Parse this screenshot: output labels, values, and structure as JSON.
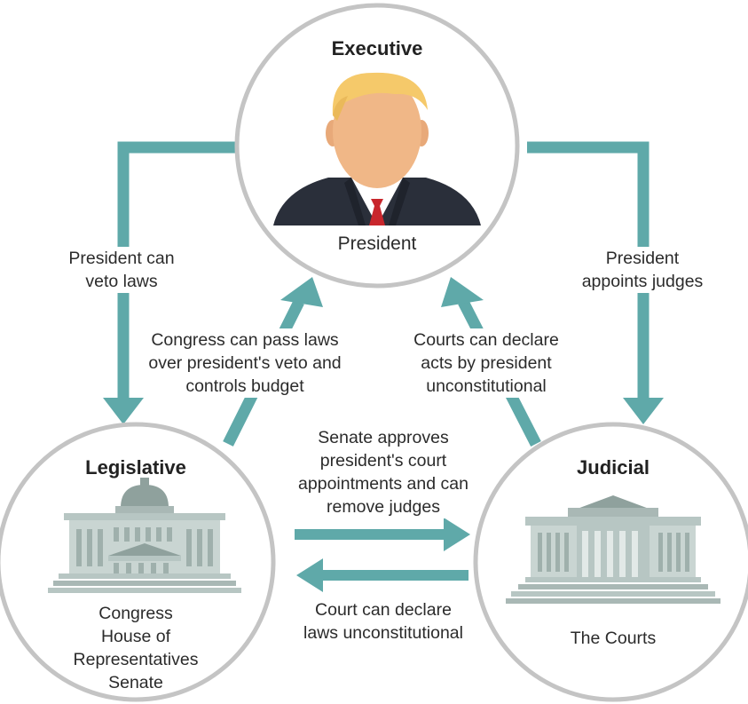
{
  "colors": {
    "arrow": "#5fa9a9",
    "circle_stroke": "#c4c4c4",
    "building": "#b7c6c3",
    "building_dark": "#8fa19d",
    "suit": "#2a2f3a",
    "tie": "#c8262c",
    "skin": "#f0b787",
    "hair": "#f5c96a"
  },
  "executive": {
    "title": "Executive",
    "label": "President",
    "icon": "president-portrait-icon"
  },
  "legislative": {
    "title": "Legislative",
    "label": "Congress\nHouse of\nRepresentatives\nSenate",
    "icon": "capitol-building-icon"
  },
  "judicial": {
    "title": "Judicial",
    "label": "The Courts",
    "icon": "courthouse-icon"
  },
  "checks": {
    "veto": "President can\nveto laws",
    "appoints": "President\nappoints judges",
    "override": "Congress can pass laws\nover president's veto and\ncontrols budget",
    "courts_president": "Courts can declare\nacts by president\nunconstitutional",
    "senate": "Senate approves\npresident's court\nappointments and can\nremove judges",
    "courts_laws": "Court can declare\nlaws unconstitutional"
  }
}
